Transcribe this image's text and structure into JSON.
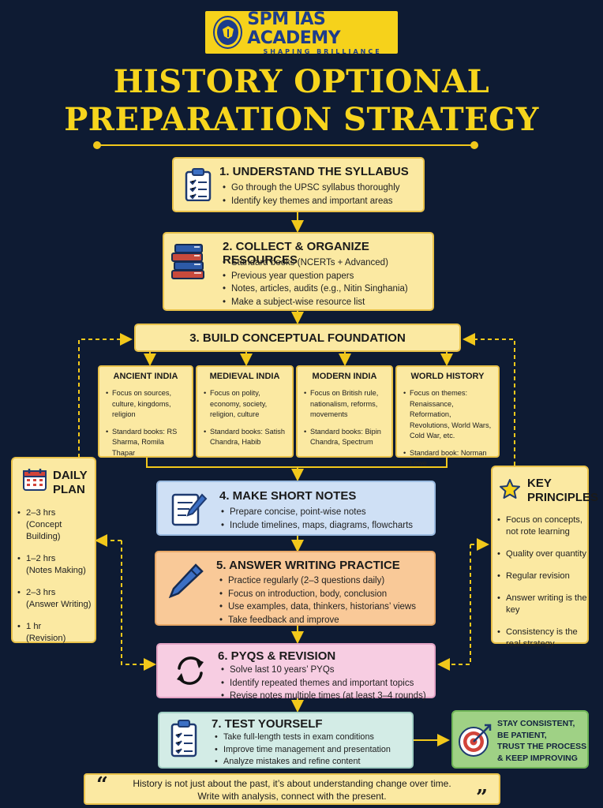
{
  "logo": {
    "name": "SPM IAS ACADEMY",
    "tagline": "SHAPING BRILLIANCE"
  },
  "title": {
    "line1": "HISTORY OPTIONAL",
    "line2": "PREPARATION STRATEGY"
  },
  "steps": [
    {
      "title": "1. UNDERSTAND THE SYLLABUS",
      "icon": "clipboard-checklist-icon",
      "bullets": [
        "Go through the UPSC syllabus thoroughly",
        "Identify key themes and important areas"
      ]
    },
    {
      "title": "2. COLLECT & ORGANIZE RESOURCES",
      "icon": "books-stack-icon",
      "bullets": [
        "Standard books (NCERTs + Advanced)",
        "Previous year question papers",
        "Notes, articles, audits (e.g., Nitin Singhania)",
        "Make a subject-wise resource list"
      ]
    },
    {
      "title": "3. BUILD CONCEPTUAL FOUNDATION"
    },
    {
      "title": "4. MAKE SHORT NOTES",
      "icon": "notepad-pencil-icon",
      "bullets": [
        "Prepare concise, point-wise notes",
        "Include timelines, maps, diagrams, flowcharts"
      ]
    },
    {
      "title": "5. ANSWER WRITING PRACTICE",
      "icon": "pen-icon",
      "bullets": [
        "Practice regularly (2–3 questions daily)",
        "Focus on introduction, body, conclusion",
        "Use examples, data, thinkers, historians’ views",
        "Take feedback and improve"
      ]
    },
    {
      "title": "6. PYQS & REVISION",
      "icon": "refresh-cycle-icon",
      "bullets": [
        "Solve last 10 years’ PYQs",
        "Identify repeated themes and important topics",
        "Revise notes multiple times (at least 3–4 rounds)"
      ]
    },
    {
      "title": "7. TEST YOURSELF",
      "icon": "clipboard-checklist-icon",
      "bullets": [
        "Take full-length tests in exam conditions",
        "Improve time management and presentation",
        "Analyze mistakes and refine content"
      ]
    }
  ],
  "eras": [
    {
      "title": "ANCIENT INDIA",
      "focus": "Focus on sources, culture, kingdoms, religion",
      "books": "Standard books: RS Sharma, Romila Thapar"
    },
    {
      "title": "MEDIEVAL INDIA",
      "focus": "Focus on polity, economy, society, religion, culture",
      "books": "Standard books: Satish Chandra, Habib"
    },
    {
      "title": "MODERN INDIA",
      "focus": "Focus on British rule, nationalism, reforms, movements",
      "books": "Standard books: Bipin Chandra, Spectrum"
    },
    {
      "title": "WORLD HISTORY",
      "focus": "Focus on themes: Renaissance, Reformation, Revolutions, World Wars, Cold War, etc.",
      "books": "Standard book: Norman Lowe"
    }
  ],
  "daily_plan": {
    "title": "DAILY PLAN",
    "icon": "calendar-icon",
    "items": [
      {
        "time": "2–3 hrs",
        "task": "(Concept Building)"
      },
      {
        "time": "1–2 hrs",
        "task": "(Notes Making)"
      },
      {
        "time": "2–3 hrs",
        "task": "(Answer Writing)"
      },
      {
        "time": "1 hr",
        "task": "(Revision)"
      }
    ]
  },
  "key_principles": {
    "title": "KEY PRINCIPLES",
    "icon": "star-icon",
    "items": [
      "Focus on concepts, not rote learning",
      "Quality over quantity",
      "Regular revision",
      "Answer writing is the key",
      "Consistency is the real strategy"
    ]
  },
  "motivation": {
    "icon": "target-arrow-icon",
    "lines": [
      "STAY CONSISTENT,",
      "BE PATIENT,",
      "TRUST THE PROCESS",
      "& KEEP IMPROVING"
    ]
  },
  "quote": {
    "line1": "History is not just about the past, it’s about understanding change over time.",
    "line2": "Write with analysis, connect with the present."
  },
  "colors": {
    "background": "#0e1b33",
    "accent": "#f7d51d",
    "box": "#fbe9a2",
    "notes_box": "#cfe0f5",
    "answer_box": "#f9c998",
    "pyq_box": "#f7cde2",
    "test_box": "#d3ece6",
    "motivation_box": "#9fd185"
  }
}
